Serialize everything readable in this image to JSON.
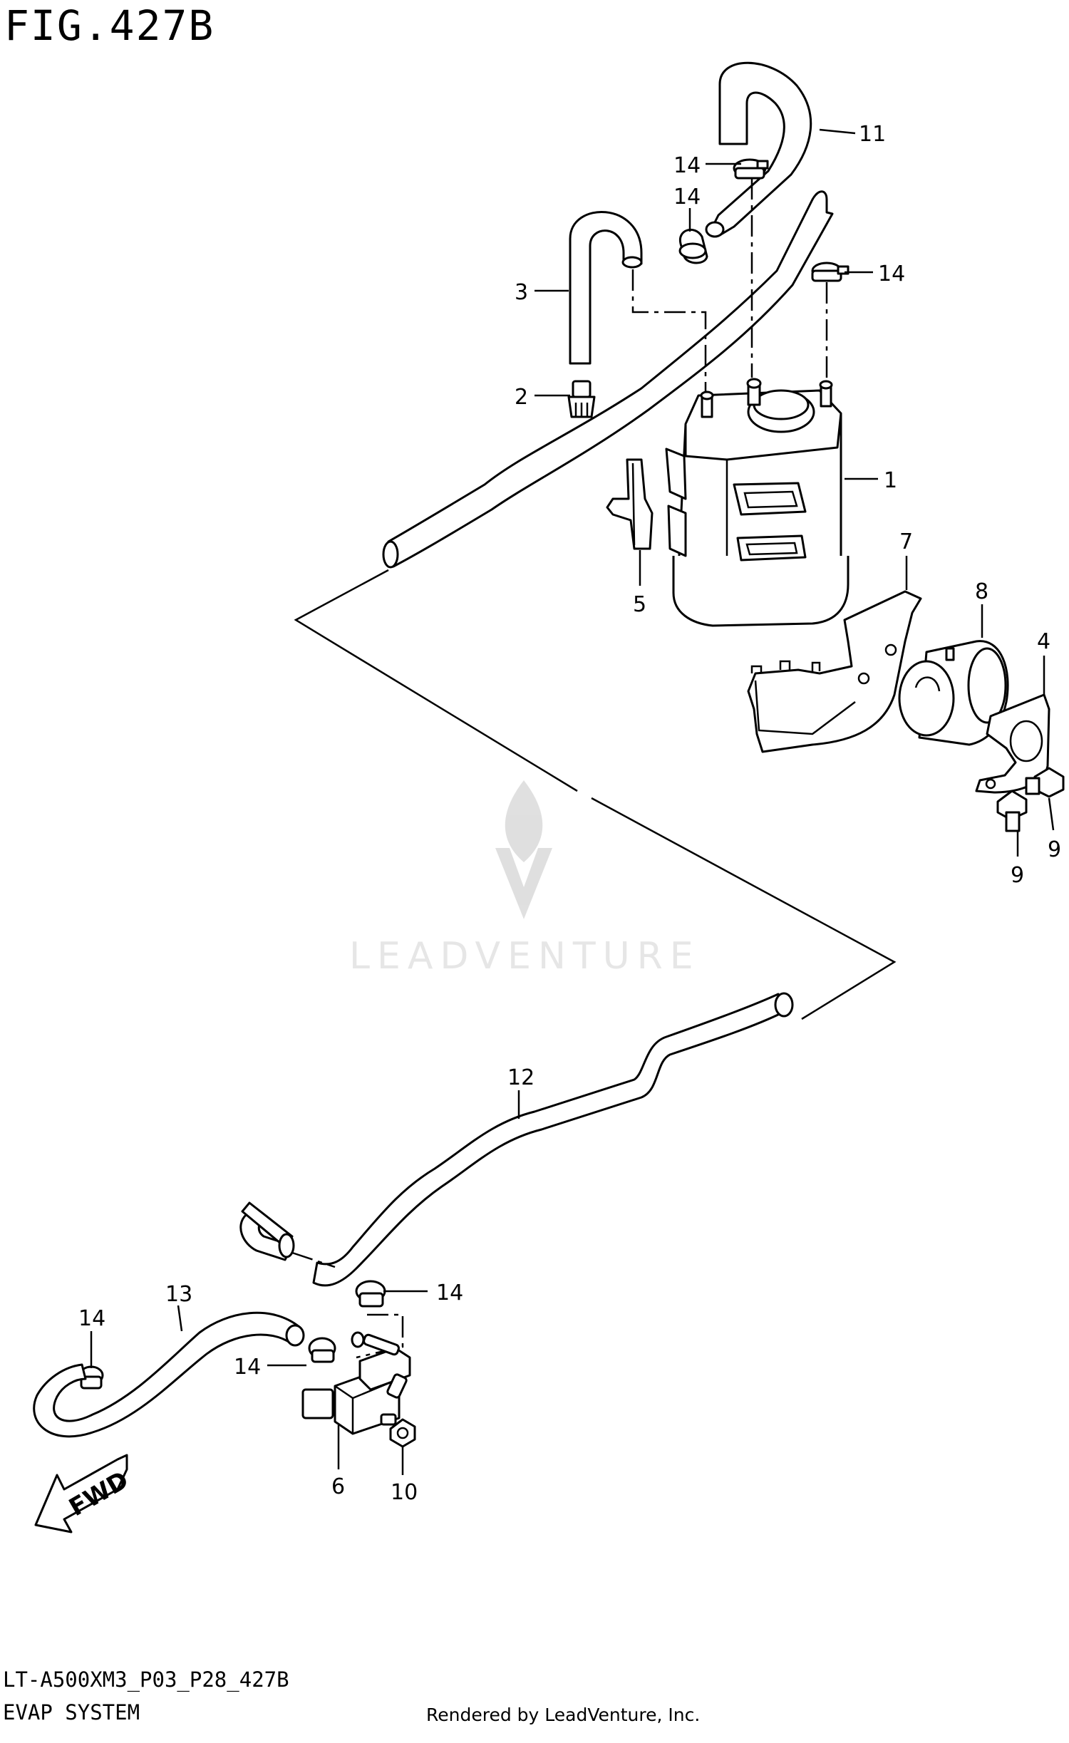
{
  "figure": {
    "title": "FIG.427B",
    "model_code": "LT-A500XM3_P03_P28_427B",
    "system_name": "EVAP SYSTEM",
    "rendered_by": "Rendered by LeadVenture, Inc.",
    "watermark": "LEADVENTURE"
  },
  "direction_marker": {
    "label": "FWD",
    "icon": "fwd-arrow-icon"
  },
  "callouts": {
    "c1": "1",
    "c2": "2",
    "c3": "3",
    "c4": "4",
    "c5": "5",
    "c6": "6",
    "c7": "7",
    "c8": "8",
    "c9a": "9",
    "c9b": "9",
    "c10": "10",
    "c11": "11",
    "c12": "12",
    "c13": "13",
    "c14a": "14",
    "c14b": "14",
    "c14c": "14",
    "c14d": "14",
    "c14e": "14",
    "c14f": "14"
  }
}
